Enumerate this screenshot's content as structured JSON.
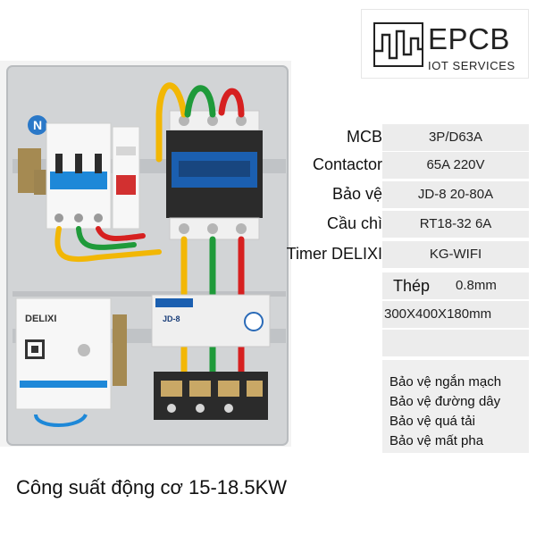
{
  "logo": {
    "title": "EPCB",
    "subtitle": "IOT SERVICES"
  },
  "specs": [
    {
      "label": "MCB",
      "value": "3P/D63A"
    },
    {
      "label": "Contactor",
      "value": "65A 220V"
    },
    {
      "label": "Bảo vệ",
      "value": "JD-8 20-80A"
    },
    {
      "label": "Cầu chì",
      "value": "RT18-32 6A"
    },
    {
      "label": "Timer DELIXI",
      "value": "KG-WIFI"
    }
  ],
  "steel": {
    "label": "Thép",
    "value": "0.8mm"
  },
  "dimensions": "300X400X180mm",
  "protections": [
    "Bảo vệ ngắn mạch",
    "Bảo vệ đường dây",
    "Bảo vệ quá tải",
    "Bảo vệ mất pha"
  ],
  "caption": "Công suất động cơ 15-18.5KW",
  "photo_labels": {
    "neutral": "N",
    "timer_brand": "DELIXI",
    "relay_model": "JD-8"
  },
  "colors": {
    "panel_gray": "#d4d6d8",
    "breaker_blue": "#1e88d8",
    "contactor_dark": "#2b2b2b",
    "contactor_blue": "#1b5fb0",
    "wire_yellow": "#f2b705",
    "wire_green": "#1f9a3a",
    "wire_red": "#d62020",
    "label_bg": "#ececec"
  }
}
